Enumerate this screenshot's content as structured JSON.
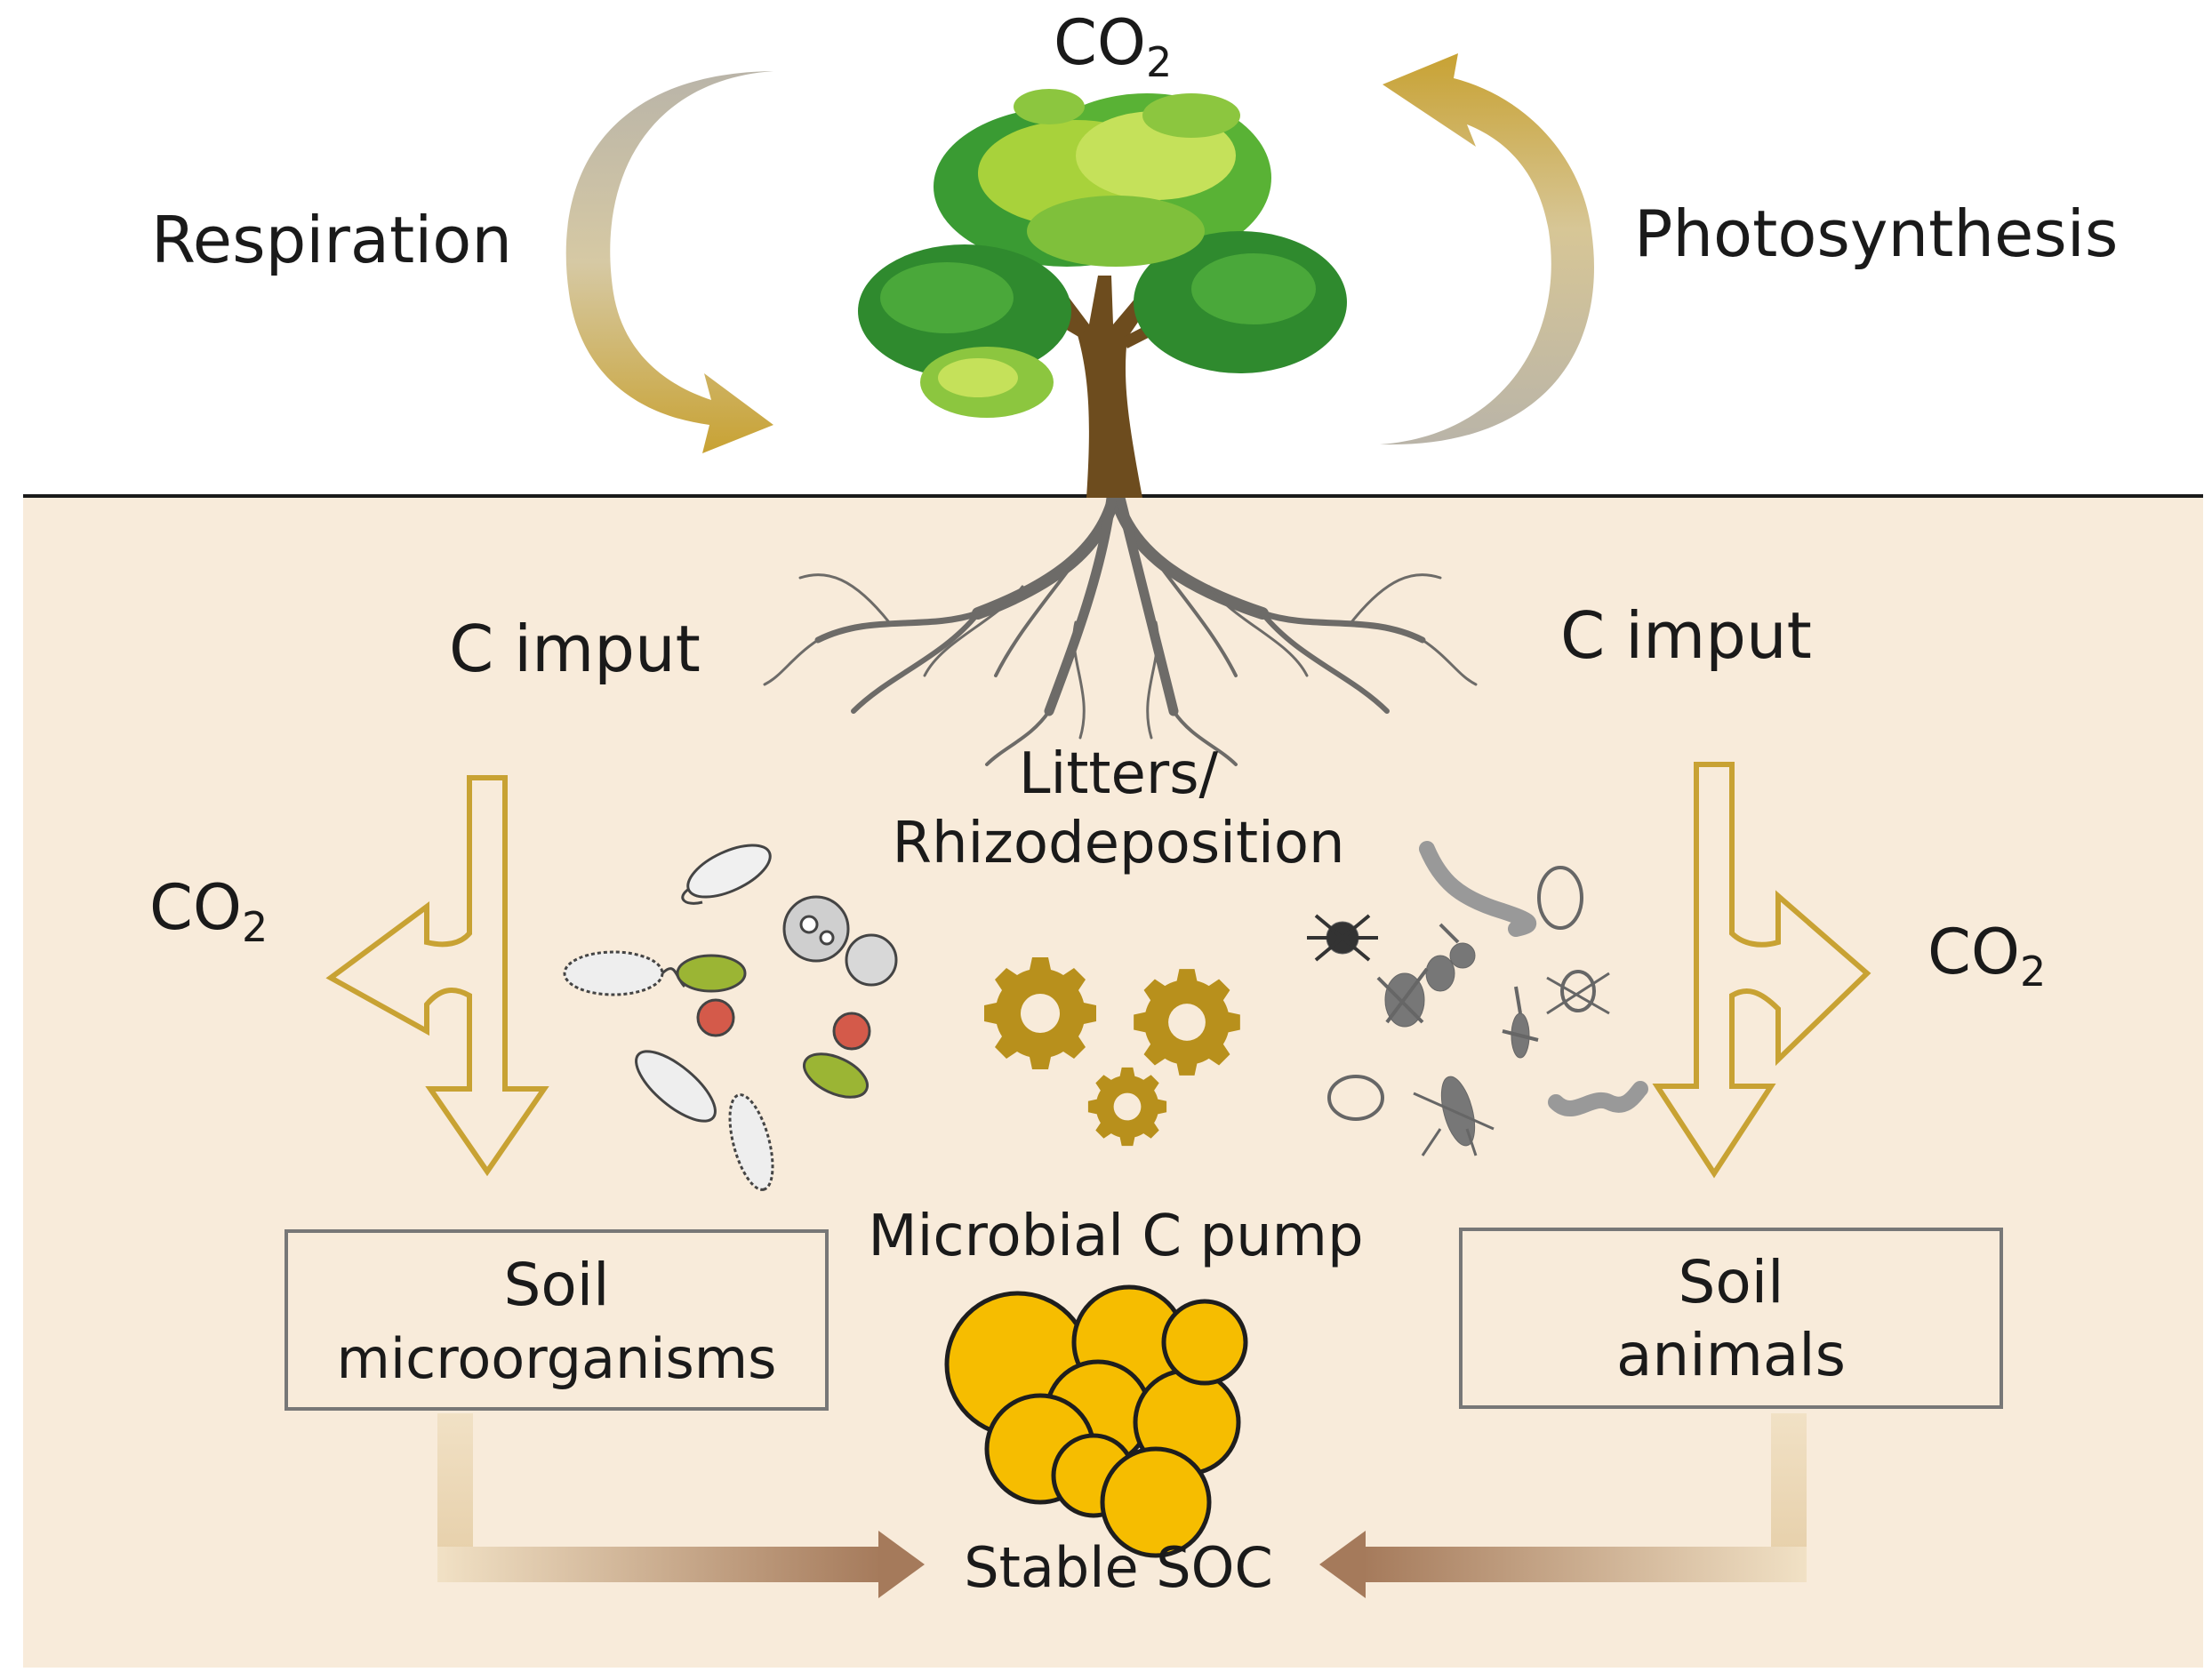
{
  "labels": {
    "co2_top": "CO",
    "co2_top_sub": "2",
    "respiration": "Respiration",
    "photosynthesis": "Photosynthesis",
    "c_input_left": "C imput",
    "c_input_right": "C imput",
    "litters_line1": "Litters/",
    "litters_line2": "Rhizodeposition",
    "co2_left": "CO",
    "co2_left_sub": "2",
    "co2_right": "CO",
    "co2_right_sub": "2",
    "microbial_pump": "Microbial C pump",
    "soil_micro_line1": "Soil",
    "soil_micro_line2": "microorganisms",
    "soil_animals_line1": "Soil",
    "soil_animals_line2": "animals",
    "stable_soc": "Stable SOC"
  },
  "colors": {
    "soil_background": "#f8ebda",
    "ground_line": "#1a1a1a",
    "arrow_gold": "#c8a233",
    "arrow_grey": "#a7a196",
    "gear": "#b8901c",
    "aggregate_fill": "#f6bd00",
    "aggregate_stroke": "#1e1e1e",
    "brown_arrow": "#a57a5b",
    "box_stroke": "#777777",
    "tree_trunk": "#6d4c1e",
    "canopy_dark": "#2f8a2e",
    "canopy_light": "#a8d23b",
    "roots": "#555555",
    "animals": "#666666"
  },
  "icons": [
    "tree-icon",
    "roots-icon",
    "bacteria-icon",
    "gear-icon",
    "soil-animals-icon",
    "soil-aggregate-icon"
  ]
}
